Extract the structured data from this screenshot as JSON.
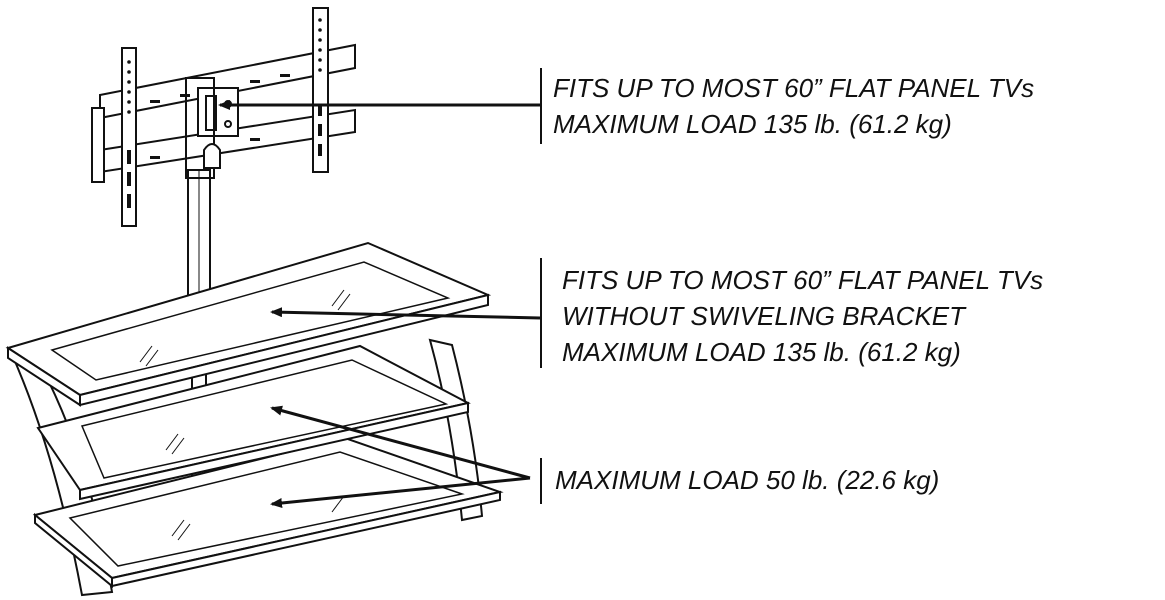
{
  "callouts": [
    {
      "id": "top-bracket",
      "lines": [
        "FITS UP TO MOST 60” FLAT PANEL TVs",
        "MAXIMUM LOAD 135 lb. (61.2 kg)"
      ]
    },
    {
      "id": "top-shelf",
      "lines": [
        "FITS UP TO MOST 60” FLAT PANEL TVs",
        "WITHOUT SWIVELING BRACKET",
        "MAXIMUM LOAD 135 lb. (61.2 kg)"
      ]
    },
    {
      "id": "lower-shelves",
      "lines": [
        "MAXIMUM LOAD 50 lb. (22.6 kg)"
      ]
    }
  ],
  "colors": {
    "line": "#111111",
    "glass": "#ffffff",
    "frame": "#ffffff"
  }
}
